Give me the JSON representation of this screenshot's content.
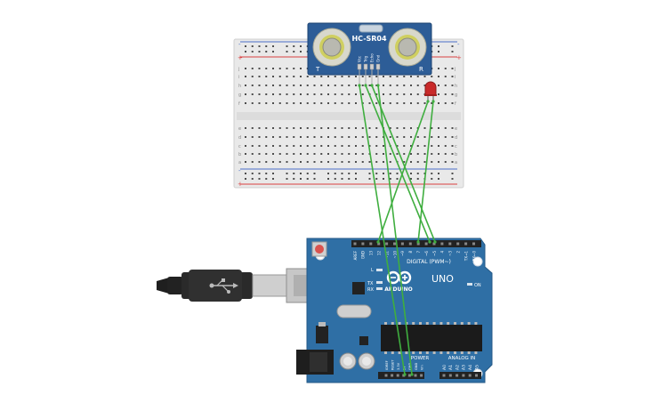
{
  "sensor": {
    "model": "HC-SR04",
    "left_mark": "T",
    "right_mark": "R",
    "pins": [
      "Vcc",
      "Trig",
      "Echo",
      "Gnd"
    ]
  },
  "breadboard": {
    "plus": "+",
    "minus": "-",
    "row_letters_top": [
      "j",
      "i",
      "h",
      "g",
      "f"
    ],
    "row_letters_bottom": [
      "e",
      "d",
      "c",
      "b",
      "a"
    ]
  },
  "arduino": {
    "brand": "ARDUINO",
    "model": "UNO",
    "digital_label": "DIGITAL (PWM~)",
    "power_label": "POWER",
    "analog_label": "ANALOG IN",
    "on_label": "ON",
    "l_label": "L",
    "tx_label": "TX",
    "rx_label": "RX",
    "aref": "AREF",
    "gnd": "GND",
    "digital_pins": [
      "13",
      "12",
      "~11",
      "~10",
      "~9",
      "8",
      "7",
      "~6",
      "~5",
      "4",
      "~3",
      "2",
      "TX→1",
      "RX←0"
    ],
    "power_pins": [
      "IOREF",
      "RESET",
      "3.3V",
      "5V",
      "GND",
      "GND",
      "Vin"
    ],
    "analog_pins": [
      "A0",
      "A1",
      "A2",
      "A3",
      "A4",
      "A5"
    ]
  },
  "colors": {
    "board_blue": "#2f6fa5",
    "wire_green": "#3fae3f",
    "led_red": "#c92a2a",
    "sensor_blue": "#2d5d97"
  }
}
